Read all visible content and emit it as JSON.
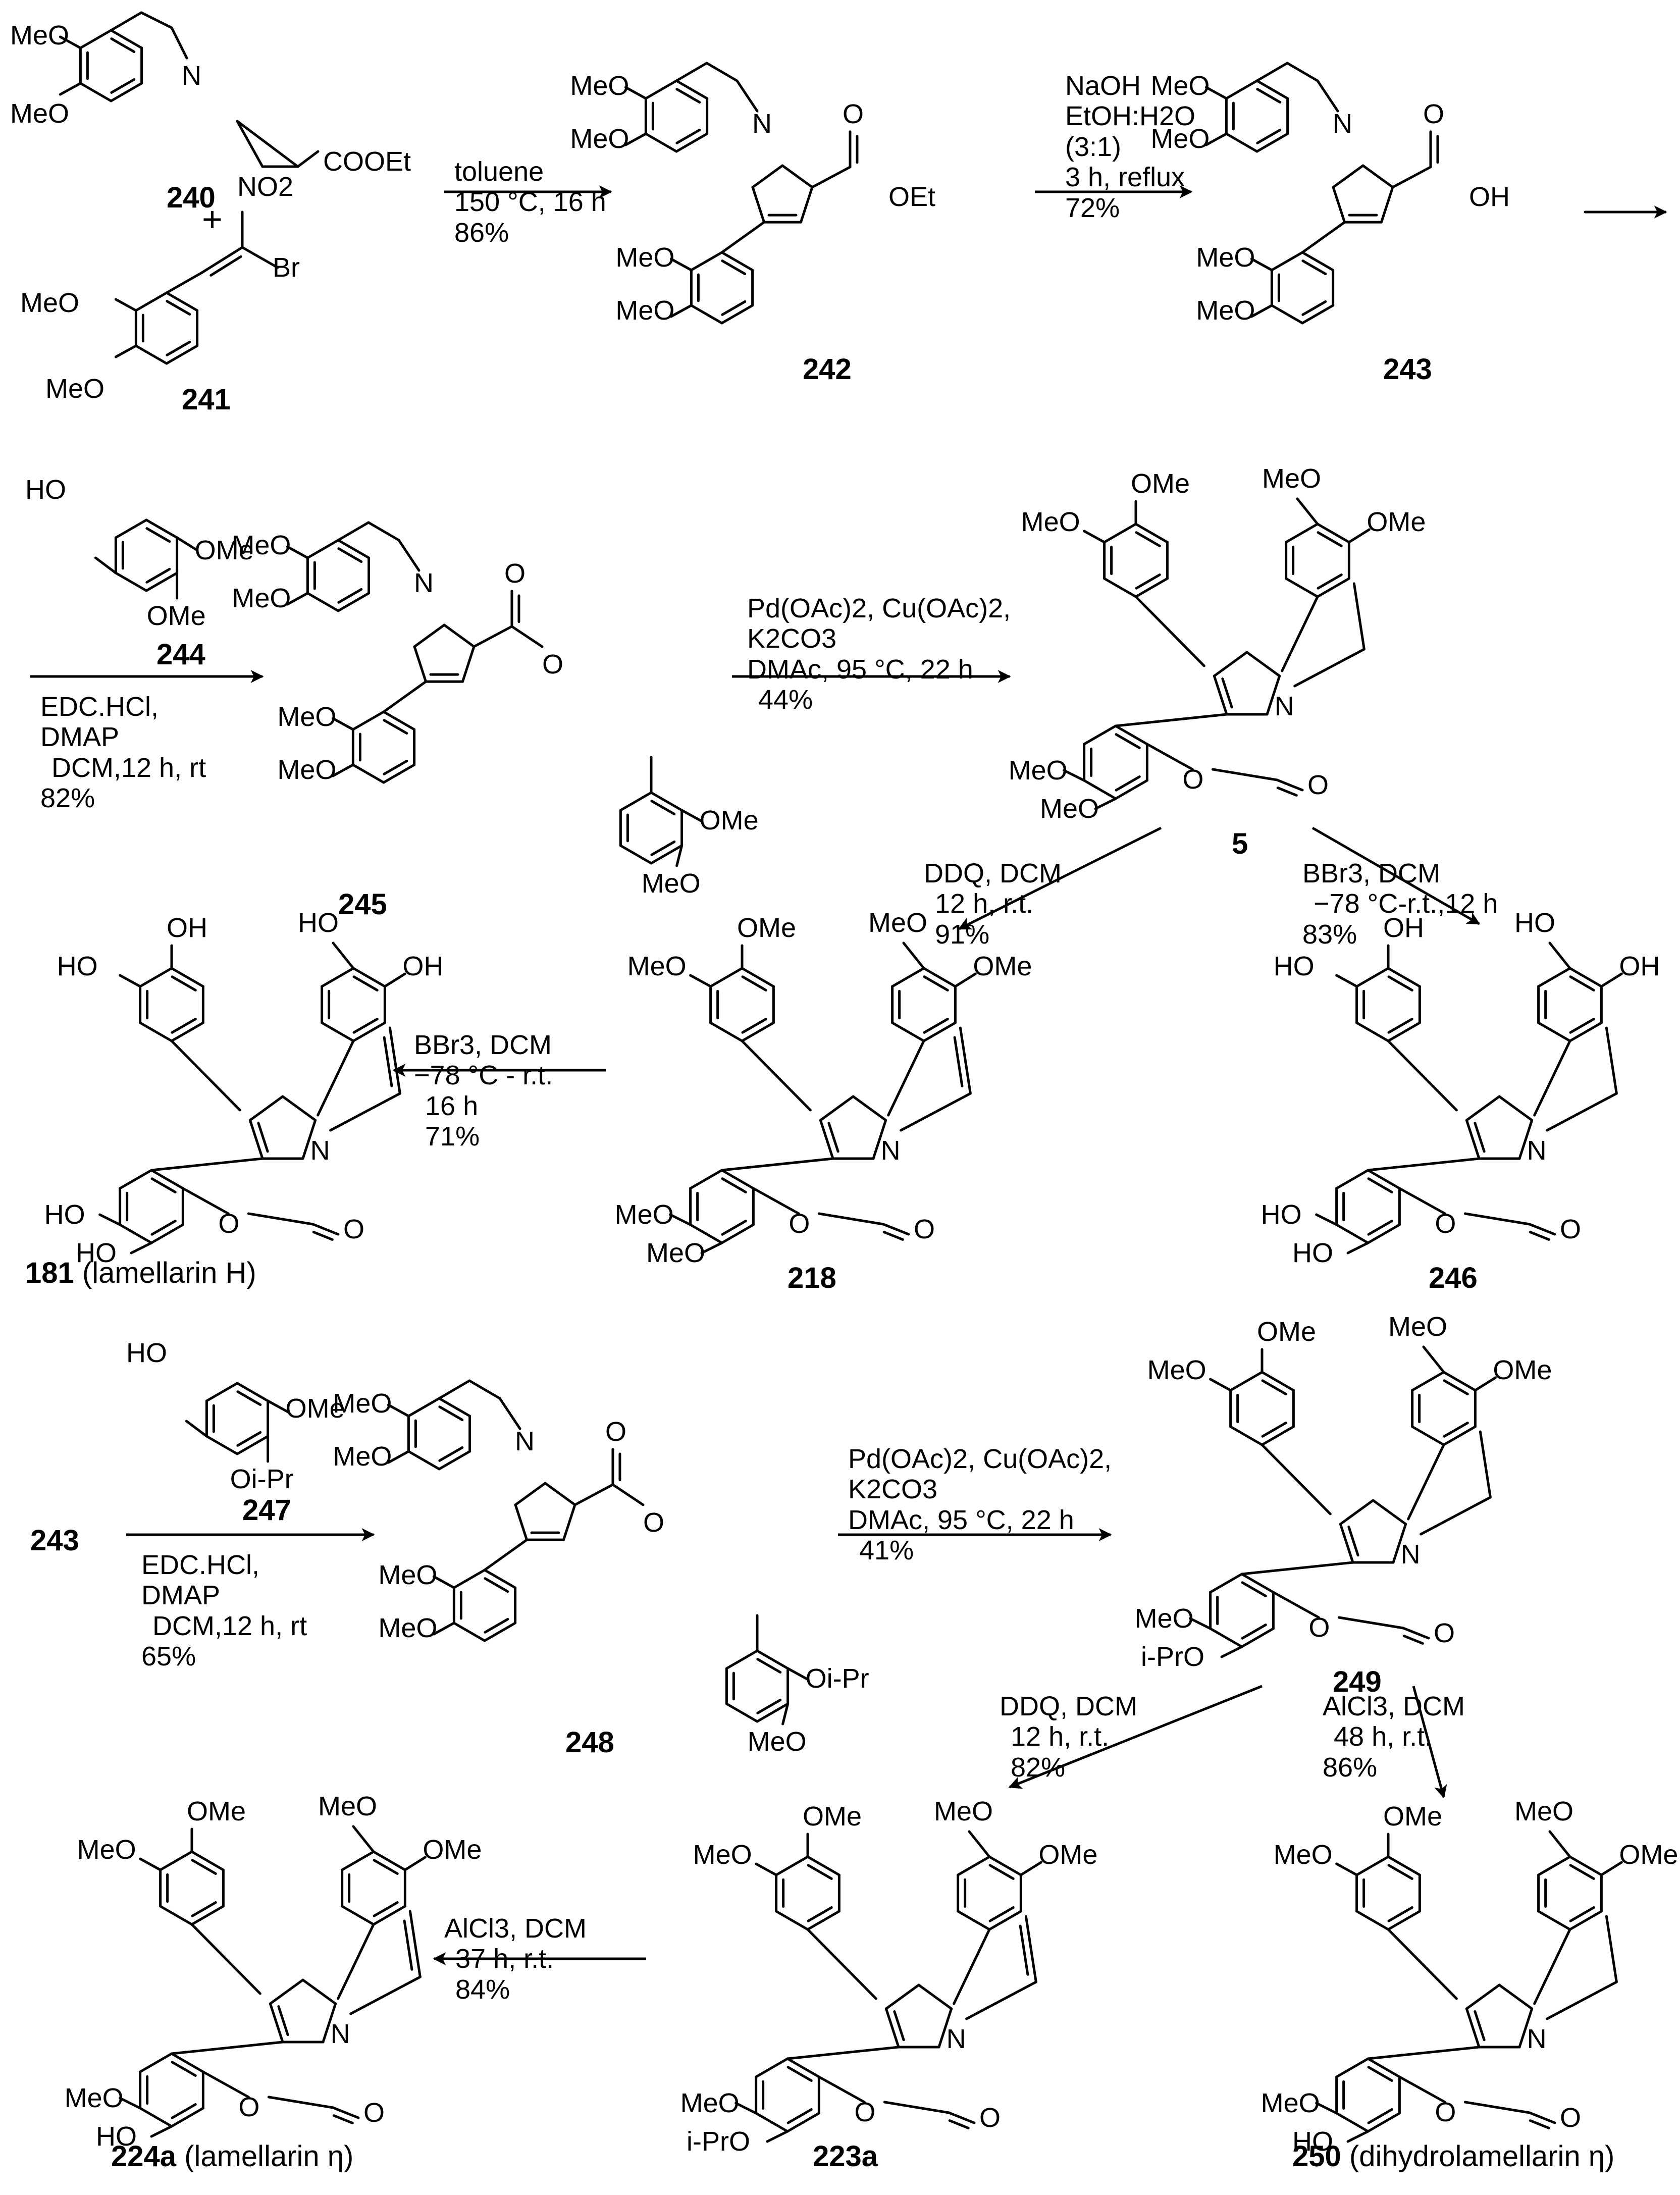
{
  "compounds": {
    "c240": "240",
    "c241": "241",
    "c242": "242",
    "c243": "243",
    "c244": "244",
    "c245": "245",
    "c5": "5",
    "c218": "218",
    "c246": "246",
    "c247": "247",
    "c248": "248",
    "c249": "249",
    "c223a": "223a",
    "c250_num": "250",
    "c250_name": "(dihydrolamellarin η)",
    "c181_num": "181",
    "c181_name": "(lamellarin H)",
    "c224a_num": "224a",
    "c224a_name": "(lamellarin η)",
    "c243_reagent": "243"
  },
  "symbols": {
    "plus": "+"
  },
  "conditions": {
    "r1": [
      "toluene",
      "150 °C, 16 h",
      "86%"
    ],
    "r2": [
      "NaOH",
      "EtOH:H2O",
      "(3:1)",
      "3 h, reflux",
      "72%"
    ],
    "r3": [
      "EDC.HCl,",
      "DMAP",
      "DCM,12 h, rt",
      "82%"
    ],
    "r4": [
      "Pd(OAc)2, Cu(OAc)2,",
      "K2CO3",
      "DMAc, 95 °C, 22 h",
      "44%"
    ],
    "r5": [
      "DDQ, DCM",
      "12 h, r.t.",
      "91%"
    ],
    "r6": [
      "BBr3, DCM",
      "−78 °C-r.t.,12 h",
      "83%"
    ],
    "r7": [
      "BBr3, DCM",
      "−78 °C - r.t.",
      "16 h",
      "71%"
    ],
    "r8": [
      "EDC.HCl,",
      "DMAP",
      "DCM,12 h, rt",
      "65%"
    ],
    "r9": [
      "Pd(OAc)2, Cu(OAc)2,",
      "K2CO3",
      "DMAc, 95 °C, 22 h",
      "41%"
    ],
    "r10": [
      "DDQ, DCM",
      "12 h, r.t.",
      "82%"
    ],
    "r11": [
      "AlCl3, DCM",
      "48 h, r.t.",
      "86%"
    ],
    "r12": [
      "AlCl3, DCM",
      "37 h, r.t.",
      "84%"
    ]
  },
  "atoms": {
    "MeO": "MeO",
    "OMe": "OMe",
    "HO": "HO",
    "OH": "OH",
    "iPrO": "i-PrO",
    "OiPr": "Oi-Pr",
    "N": "N",
    "O": "O",
    "OEt": "OEt",
    "COOEt": "COOEt",
    "NO2": "NO2",
    "Br": "Br"
  }
}
